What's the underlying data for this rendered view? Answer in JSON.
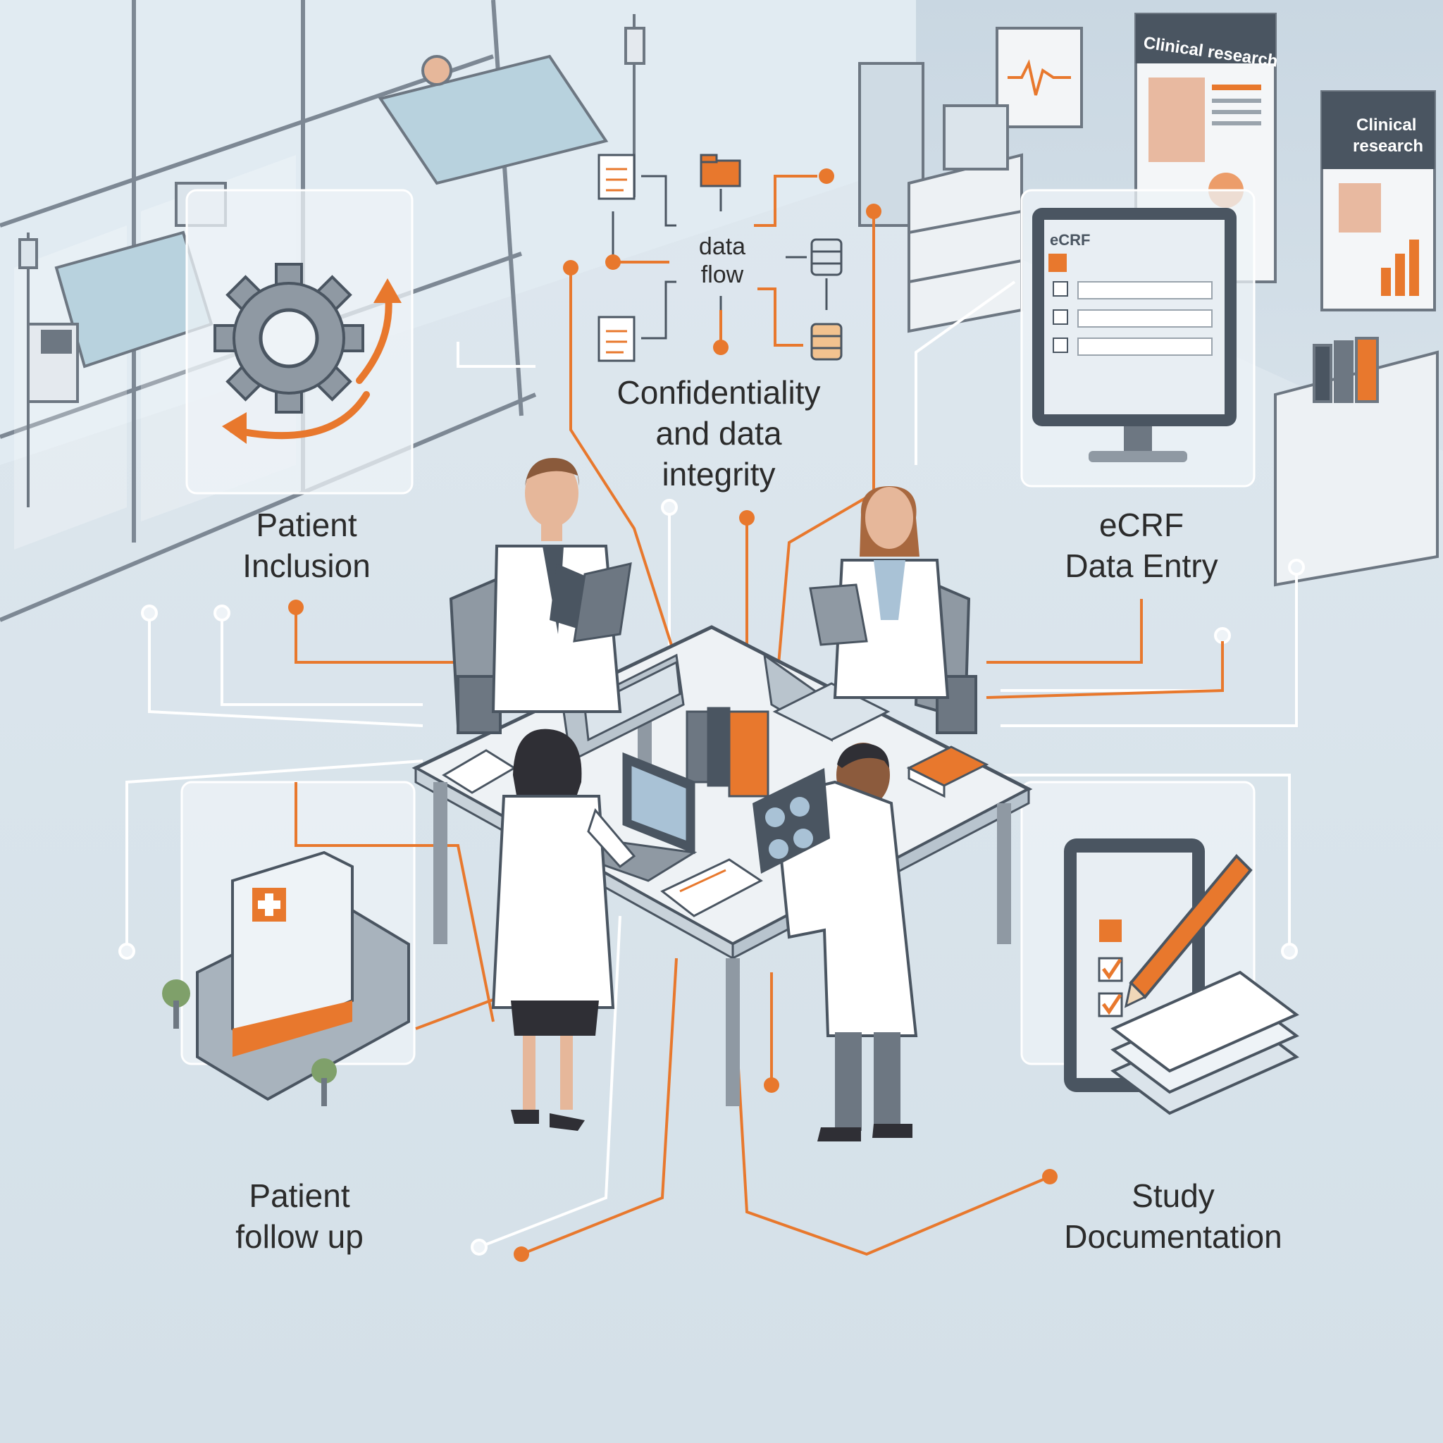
{
  "colors": {
    "background": "#d9e4ec",
    "accent": "#e8782d",
    "line_dark": "#4a5561",
    "panel_glass": "#eef3f7"
  },
  "data_flow": {
    "line1": "data",
    "line2": "flow"
  },
  "labels": {
    "confidentiality": {
      "line1": "Confidentiality",
      "line2": "and data",
      "line3": "integrity"
    },
    "patient_inclusion": {
      "line1": "Patient",
      "line2": "Inclusion"
    },
    "ecrf": {
      "line1": "eCRF",
      "line2": "Data Entry"
    },
    "patient_follow_up": {
      "line1": "Patient",
      "line2": "follow up"
    },
    "study_documentation": {
      "line1": "Study",
      "line2": "Documentation"
    }
  },
  "posters": {
    "left_title": "Clinical research",
    "right_title_line1": "Clinical",
    "right_title_line2": "research"
  },
  "monitor": {
    "screen_title": "eCRF"
  },
  "icons": [
    "gear-icon",
    "cycle-arrows-icon",
    "hospital-building-icon",
    "tablet-checklist-icon",
    "pencil-icon",
    "document-icon",
    "folder-icon",
    "database-icon"
  ]
}
